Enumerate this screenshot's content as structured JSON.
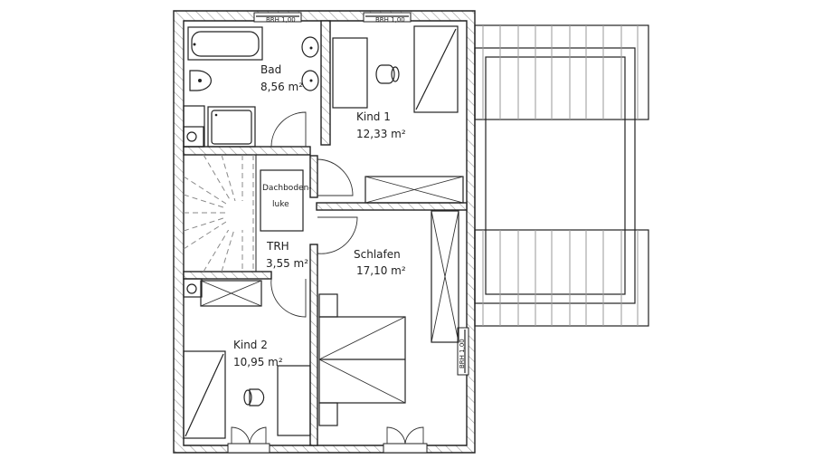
{
  "floor_plan": {
    "rooms": [
      {
        "id": "bad",
        "name": "Bad",
        "area": "8,56 m²"
      },
      {
        "id": "kind1",
        "name": "Kind 1",
        "area": "12,33 m²"
      },
      {
        "id": "trh",
        "name": "TRH",
        "area": "3,55 m²"
      },
      {
        "id": "schlafen",
        "name": "Schlafen",
        "area": "17,10 m²"
      },
      {
        "id": "kind2",
        "name": "Kind 2",
        "area": "10,95 m²"
      }
    ],
    "hatch_label_line1": "Dachboden-",
    "hatch_label_line2": "luke",
    "window_labels": [
      "BRH 1,00",
      "BRH 1,00",
      "BRH 1,00"
    ],
    "colors": {
      "line": "#222222",
      "hatch": "#9a9a9a",
      "stairs": "#9a9a9a",
      "background": "#ffffff"
    }
  }
}
